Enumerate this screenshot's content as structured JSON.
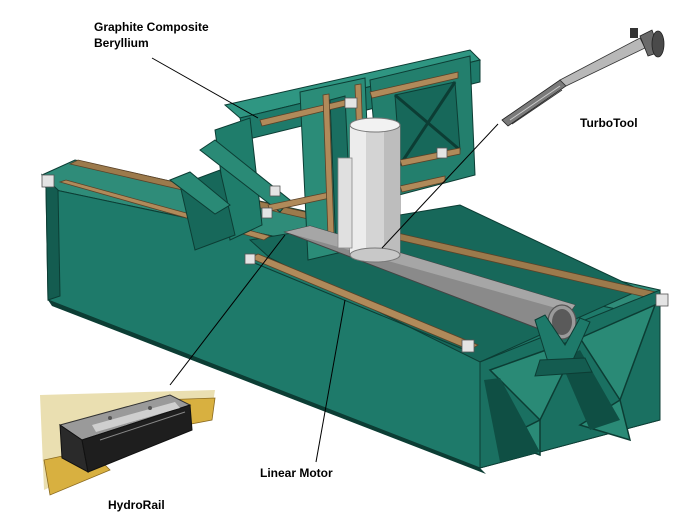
{
  "labels": {
    "graphite_line1": "Graphite Composite",
    "graphite_line2": "Beryllium",
    "turbotool": "TurboTool",
    "linear_motor": "Linear Motor",
    "hydrorail": "HydroRail"
  },
  "colors": {
    "frame_teal": "#1e7a6a",
    "frame_dark": "#0f4f44",
    "frame_light": "#3a9a88",
    "spindle_grey": "#d8d8d8",
    "tube_grey": "#8a8a8a",
    "rail_tan": "#b08a5a",
    "carriage_black": "#202020",
    "gold": "#d8b040"
  },
  "icons": [
    "turbotool-drill-icon",
    "hydrorail-bearing-icon"
  ]
}
